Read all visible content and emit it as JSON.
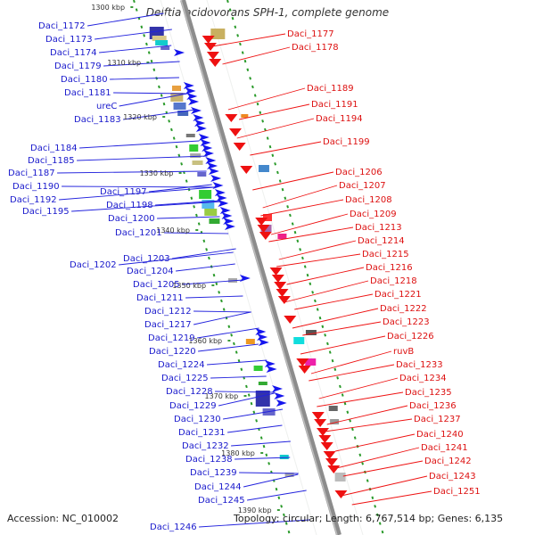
{
  "title": "Delftia acidovorans SPH-1, complete genome",
  "footer": {
    "accession": "Accession: NC_010002",
    "topology": "Topology: circular; Length: 6,767,514 bp; Genes: 6,135"
  },
  "scale_labels": [
    "1300 kbp",
    "1310 kbp",
    "1320 kbp",
    "1330 kbp",
    "1340 kbp",
    "1350 kbp",
    "1360 kbp",
    "1370 kbp",
    "1380 kbp",
    "1390 kbp"
  ],
  "left_labels": [
    "Daci_1172",
    "Daci_1173",
    "Daci_1174",
    "Daci_1179",
    "Daci_1180",
    "Daci_1181",
    "ureC",
    "Daci_1183",
    "Daci_1184",
    "Daci_1185",
    "Daci_1187",
    "Daci_1190",
    "Daci_1192",
    "Daci_1195",
    "Daci_1197",
    "Daci_1198",
    "Daci_1200",
    "Daci_1201",
    "Daci_1202",
    "Daci_1203",
    "Daci_1204",
    "Daci_1205",
    "Daci_1211",
    "Daci_1212",
    "Daci_1217",
    "Daci_1219",
    "Daci_1220",
    "Daci_1224",
    "Daci_1225",
    "Daci_1228",
    "Daci_1229",
    "Daci_1230",
    "Daci_1231",
    "Daci_1232",
    "Daci_1238",
    "Daci_1239",
    "Daci_1244",
    "Daci_1245",
    "Daci_1246"
  ],
  "right_labels": [
    "Daci_1177",
    "Daci_1178",
    "Daci_1189",
    "Daci_1191",
    "Daci_1194",
    "Daci_1199",
    "Daci_1206",
    "Daci_1207",
    "Daci_1208",
    "Daci_1209",
    "Daci_1213",
    "Daci_1214",
    "Daci_1215",
    "Daci_1216",
    "Daci_1218",
    "Daci_1221",
    "Daci_1222",
    "Daci_1223",
    "Daci_1226",
    "ruvB",
    "Daci_1233",
    "Daci_1234",
    "Daci_1235",
    "Daci_1236",
    "Daci_1237",
    "Daci_1240",
    "Daci_1241",
    "Daci_1242",
    "Daci_1243",
    "Daci_1251"
  ],
  "colors": {
    "backbone": "#9a9a9a",
    "left_label": "#1a1acc",
    "right_label": "#dd1111",
    "green_dash": "#22aa22"
  }
}
